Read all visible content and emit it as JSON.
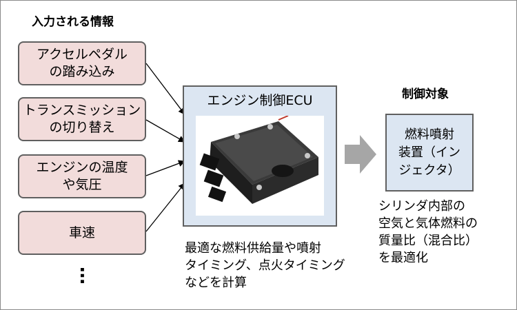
{
  "inputs": {
    "heading": "入力される情報",
    "items": [
      {
        "label": "アクセルペダル\nの踏み込み"
      },
      {
        "label": "トランスミッション\nの切り替え"
      },
      {
        "label": "エンジンの温度\nや気圧"
      },
      {
        "label": "車速"
      }
    ],
    "more": "…"
  },
  "ecu": {
    "title": "エンジン制御ECU",
    "description": "最適な燃料供給量や噴射\nタイミング、点火タイミング\nなどを計算"
  },
  "target": {
    "heading": "制御対象",
    "box_label": "燃料噴射\n装置（イン\nジェクタ）",
    "description": "シリンダ内部の\n空気と気体燃料の\n質量比（混合比）\nを最適化"
  },
  "colors": {
    "input_fill": "#f2dcdb",
    "ecu_fill": "#dce6f2",
    "box_border": "#5f5f5f",
    "big_arrow": "#a6a6a6"
  }
}
